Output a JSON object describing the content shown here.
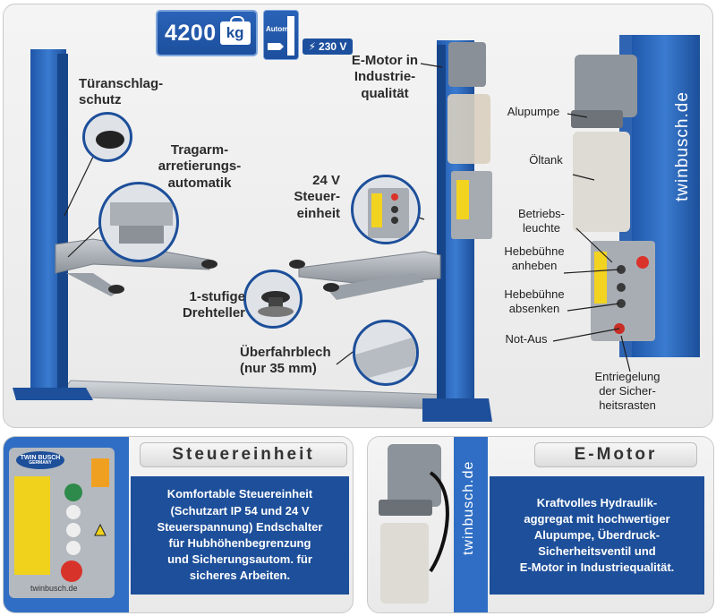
{
  "badges": {
    "weight_value": "4200",
    "weight_unit": "kg",
    "autom_label": "Autom.",
    "voltage": "230 V"
  },
  "callouts": {
    "tueranschlagschutz": "Türanschlag-\nschutz",
    "tragarm": "Tragarm-\narretierungs-\nautomatik",
    "steuereinheit": "24 V\nSteuer-\neinheit",
    "emotor": "E-Motor in\nIndustrie-\nqualität",
    "drehteller": "1-stufige\nDrehteller",
    "ueberfahrblech": "Überfahrblech\n(nur 35 mm)",
    "alupumpe": "Alupumpe",
    "oeltank": "Öltank",
    "betriebsleuchte": "Betriebs-\nleuchte",
    "anheben": "Hebebühne\nanheben",
    "absenken": "Hebebühne\nabsenken",
    "not_aus": "Not-Aus",
    "entriegelung": "Entriegelung\nder Sicher-\nheitsrasten"
  },
  "brand": {
    "vertical_text": "twinbusch.de",
    "logo_text": "TWIN BUSCH",
    "logo_sub": "GERMANY"
  },
  "sections": {
    "left_title": "Steuereinheit",
    "left_text": "Komfortable Steuereinheit\n(Schutzart IP 54 und 24 V\nSteuerspannung) Endschalter\nfür Hubhöhenbegrenzung\nund Sicherungsautom. für\nsicheres Arbeiten.",
    "left_box_footer": "twinbusch.de",
    "right_title": "E-Motor",
    "right_text": "Kraftvolles Hydraulik-\naggregat mit hochwertiger\nAlupumpe, Überdruck-\nSicherheitsventil und\nE-Motor in Industriequalität."
  },
  "colors": {
    "brand_blue": "#1d4f9a",
    "post_blue": "#2f6ec4",
    "panel_bg": "#ececec"
  }
}
